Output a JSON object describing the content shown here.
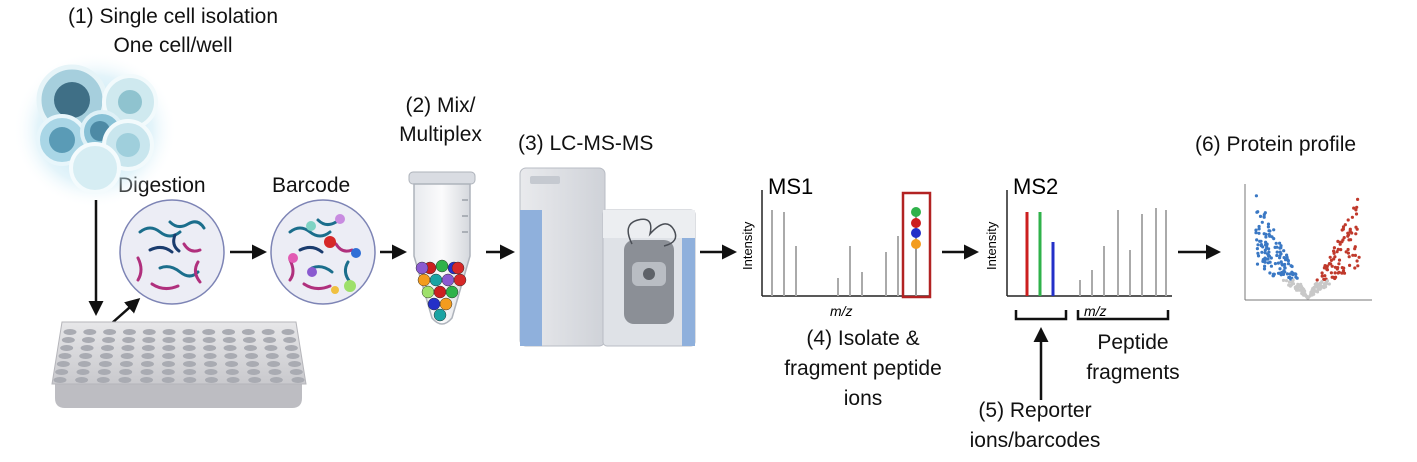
{
  "steps": {
    "step1_line1": "(1) Single cell isolation",
    "step1_line2": "One cell/well",
    "digestion": "Digestion",
    "barcode": "Barcode",
    "step2_line1": "(2) Mix/",
    "step2_line2": "Multiplex",
    "step3": "(3) LC-MS-MS",
    "step4_line1": "(4) Isolate &",
    "step4_line2": "fragment peptide",
    "step4_line3": "ions",
    "step5_line1": "(5) Reporter",
    "step5_line2": "ions/barcodes",
    "peptide_line1": "Peptide",
    "peptide_line2": "fragments",
    "step6": "(6) Protein profile"
  },
  "spectra": {
    "ms1_title": "MS1",
    "ms2_title": "MS2",
    "y_label": "Intensity",
    "x_label": "m/z"
  },
  "colors": {
    "highlight_box": "#b22222",
    "reporter_red": "#cc1f1f",
    "reporter_green": "#2fb24a",
    "reporter_blue": "#2430c8",
    "bead_orange": "#f39c1e",
    "instrument_blue": "#8fb0dc",
    "volcano_blue": "#3a78c4",
    "volcano_red": "#c0392b"
  }
}
